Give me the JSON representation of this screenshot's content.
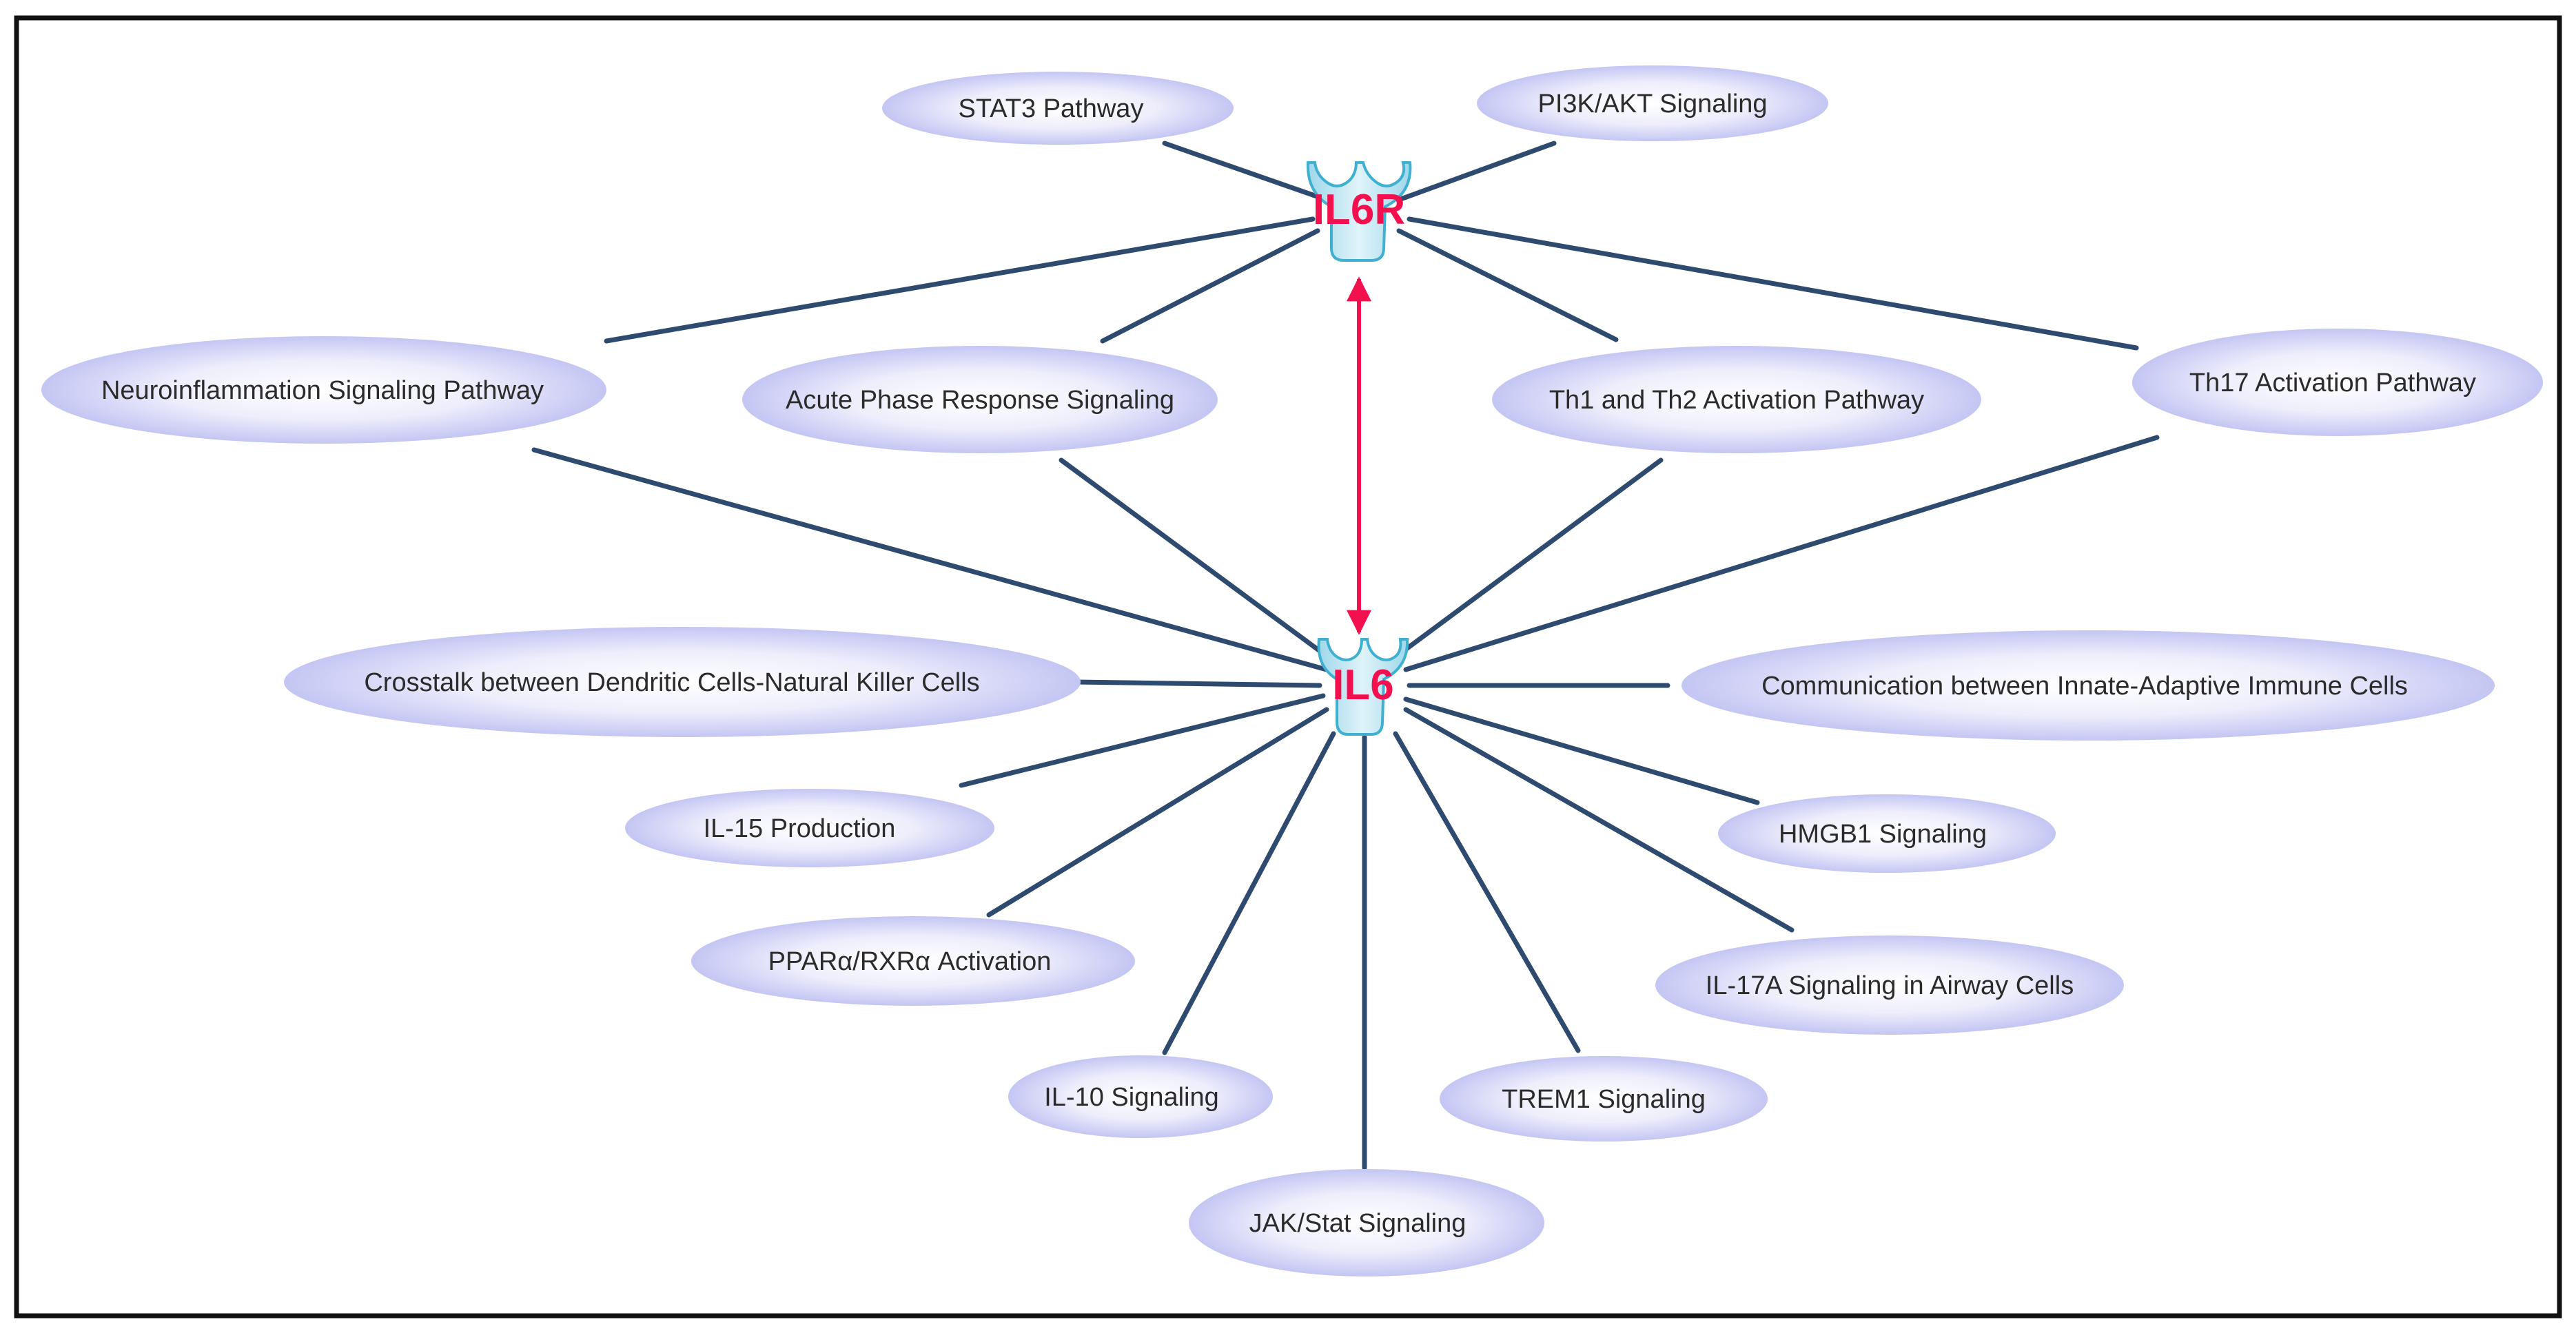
{
  "colors": {
    "edge": "#2e4a6e",
    "node_fill_center": "#ffffff",
    "node_fill_edge": "#c7c9f4",
    "label": "#2b2b2b",
    "gene_label": "#f2104f",
    "gene_fill": "#bfe6f2",
    "gene_stroke": "#3fb0cf",
    "arrow": "#f2104f",
    "frame": "#111111"
  },
  "genes": {
    "il6r": {
      "label": "IL6R",
      "icon": "receptor-icon"
    },
    "il6": {
      "label": "IL6",
      "icon": "receptor-icon"
    }
  },
  "pathways": {
    "stat3": {
      "label": "STAT3 Pathway",
      "links_to": "IL6R"
    },
    "pi3k_akt": {
      "label": "PI3K/AKT Signaling",
      "links_to": "IL6R"
    },
    "neuroinflammation": {
      "label": "Neuroinflammation Signaling Pathway",
      "links_to": [
        "IL6R",
        "IL6"
      ]
    },
    "acute_phase": {
      "label": "Acute Phase Response Signaling",
      "links_to": [
        "IL6R",
        "IL6"
      ]
    },
    "th1_th2": {
      "label": "Th1 and Th2 Activation Pathway",
      "links_to": [
        "IL6R",
        "IL6"
      ]
    },
    "th17": {
      "label": "Th17 Activation Pathway",
      "links_to": [
        "IL6R",
        "IL6"
      ]
    },
    "crosstalk": {
      "label": "Crosstalk between Dendritic Cells-Natural Killer Cells",
      "links_to": "IL6"
    },
    "communication": {
      "label": "Communication between Innate-Adaptive Immune Cells",
      "links_to": "IL6"
    },
    "il15": {
      "label": "IL-15 Production",
      "links_to": "IL6"
    },
    "hmgb1": {
      "label": "HMGB1 Signaling",
      "links_to": "IL6"
    },
    "ppar": {
      "label": "PPARα/RXRα Activation",
      "links_to": "IL6"
    },
    "il17a": {
      "label": "IL-17A Signaling in Airway Cells",
      "links_to": "IL6"
    },
    "il10": {
      "label": "IL-10 Signaling",
      "links_to": "IL6"
    },
    "trem1": {
      "label": "TREM1 Signaling",
      "links_to": "IL6"
    },
    "jak_stat": {
      "label": "JAK/Stat Signaling",
      "links_to": "IL6"
    }
  },
  "interaction": {
    "from": "IL6",
    "to": "IL6R",
    "type": "bidirectional"
  }
}
